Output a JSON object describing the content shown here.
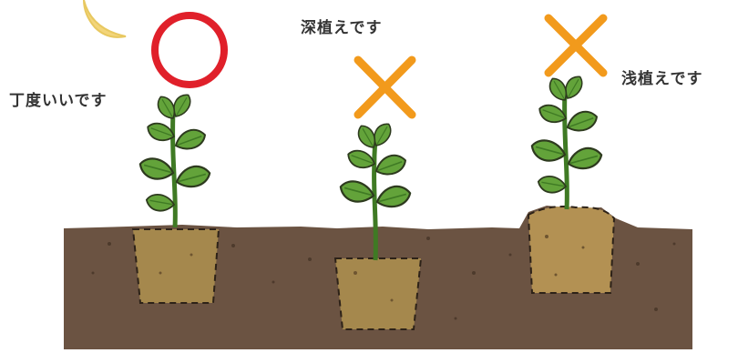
{
  "labels": {
    "correct": "丁度いいです",
    "deep": "深植えです",
    "shallow": "浅植えです"
  },
  "marks": {
    "correct": "circle",
    "deep": "cross",
    "shallow": "cross"
  },
  "colors": {
    "circle": "#e0202a",
    "cross": "#f29a1c",
    "moon": "#f3d57a",
    "soil": "#6b5342",
    "soil_dark": "#4d3a2c",
    "root_ball": "#a5884d",
    "leaf": "#63a33a",
    "leaf_dark": "#3f7a24"
  }
}
